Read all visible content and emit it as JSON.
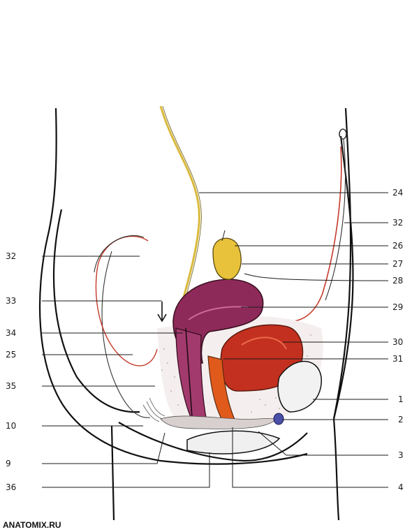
{
  "labels_left": [
    "32",
    "33",
    "34",
    "25",
    "35",
    "10",
    "9",
    "36"
  ],
  "labels_right": [
    "24",
    "32",
    "26",
    "27",
    "28",
    "29",
    "30",
    "31",
    "1",
    "2",
    "3",
    "4"
  ],
  "watermark": "ANATOMIX.RU",
  "colors": {
    "ureter": "#d9b93a",
    "ovary": "#e8c23a",
    "uterus": "#8e2a5a",
    "bladder": "#c4301f",
    "urethra": "#e05a1c",
    "clitoris_bulb": "#4a4fa8",
    "peritoneum": "#c43a2a",
    "outline": "#111111",
    "stipple": "#9a8a8a"
  }
}
